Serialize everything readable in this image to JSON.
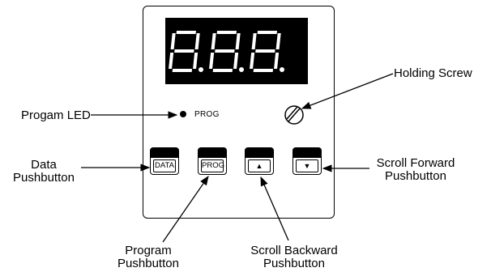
{
  "display": {
    "digits": [
      "8.",
      "8.",
      "8."
    ]
  },
  "panel": {
    "prog_led_label": "PROG",
    "buttons": [
      {
        "label": "DATA",
        "icon": ""
      },
      {
        "label": "PROG",
        "icon": ""
      },
      {
        "label": "",
        "icon": "triangle-up-icon"
      },
      {
        "label": "",
        "icon": "triangle-down-icon"
      }
    ]
  },
  "callouts": {
    "holding_screw": "Holding Screw",
    "progam_led": "Progam LED",
    "data_pushbutton": [
      "Data",
      "Pushbutton"
    ],
    "scroll_forward": [
      "Scroll Forward",
      "Pushbutton"
    ],
    "program_pushbutton": [
      "Program",
      "Pushbutton"
    ],
    "scroll_backward": [
      "Scroll Backward",
      "Pushbutton"
    ]
  },
  "colors": {
    "ink": "#000000",
    "display_bg": "#000000",
    "segment": "#ffffff",
    "background": "#ffffff"
  }
}
